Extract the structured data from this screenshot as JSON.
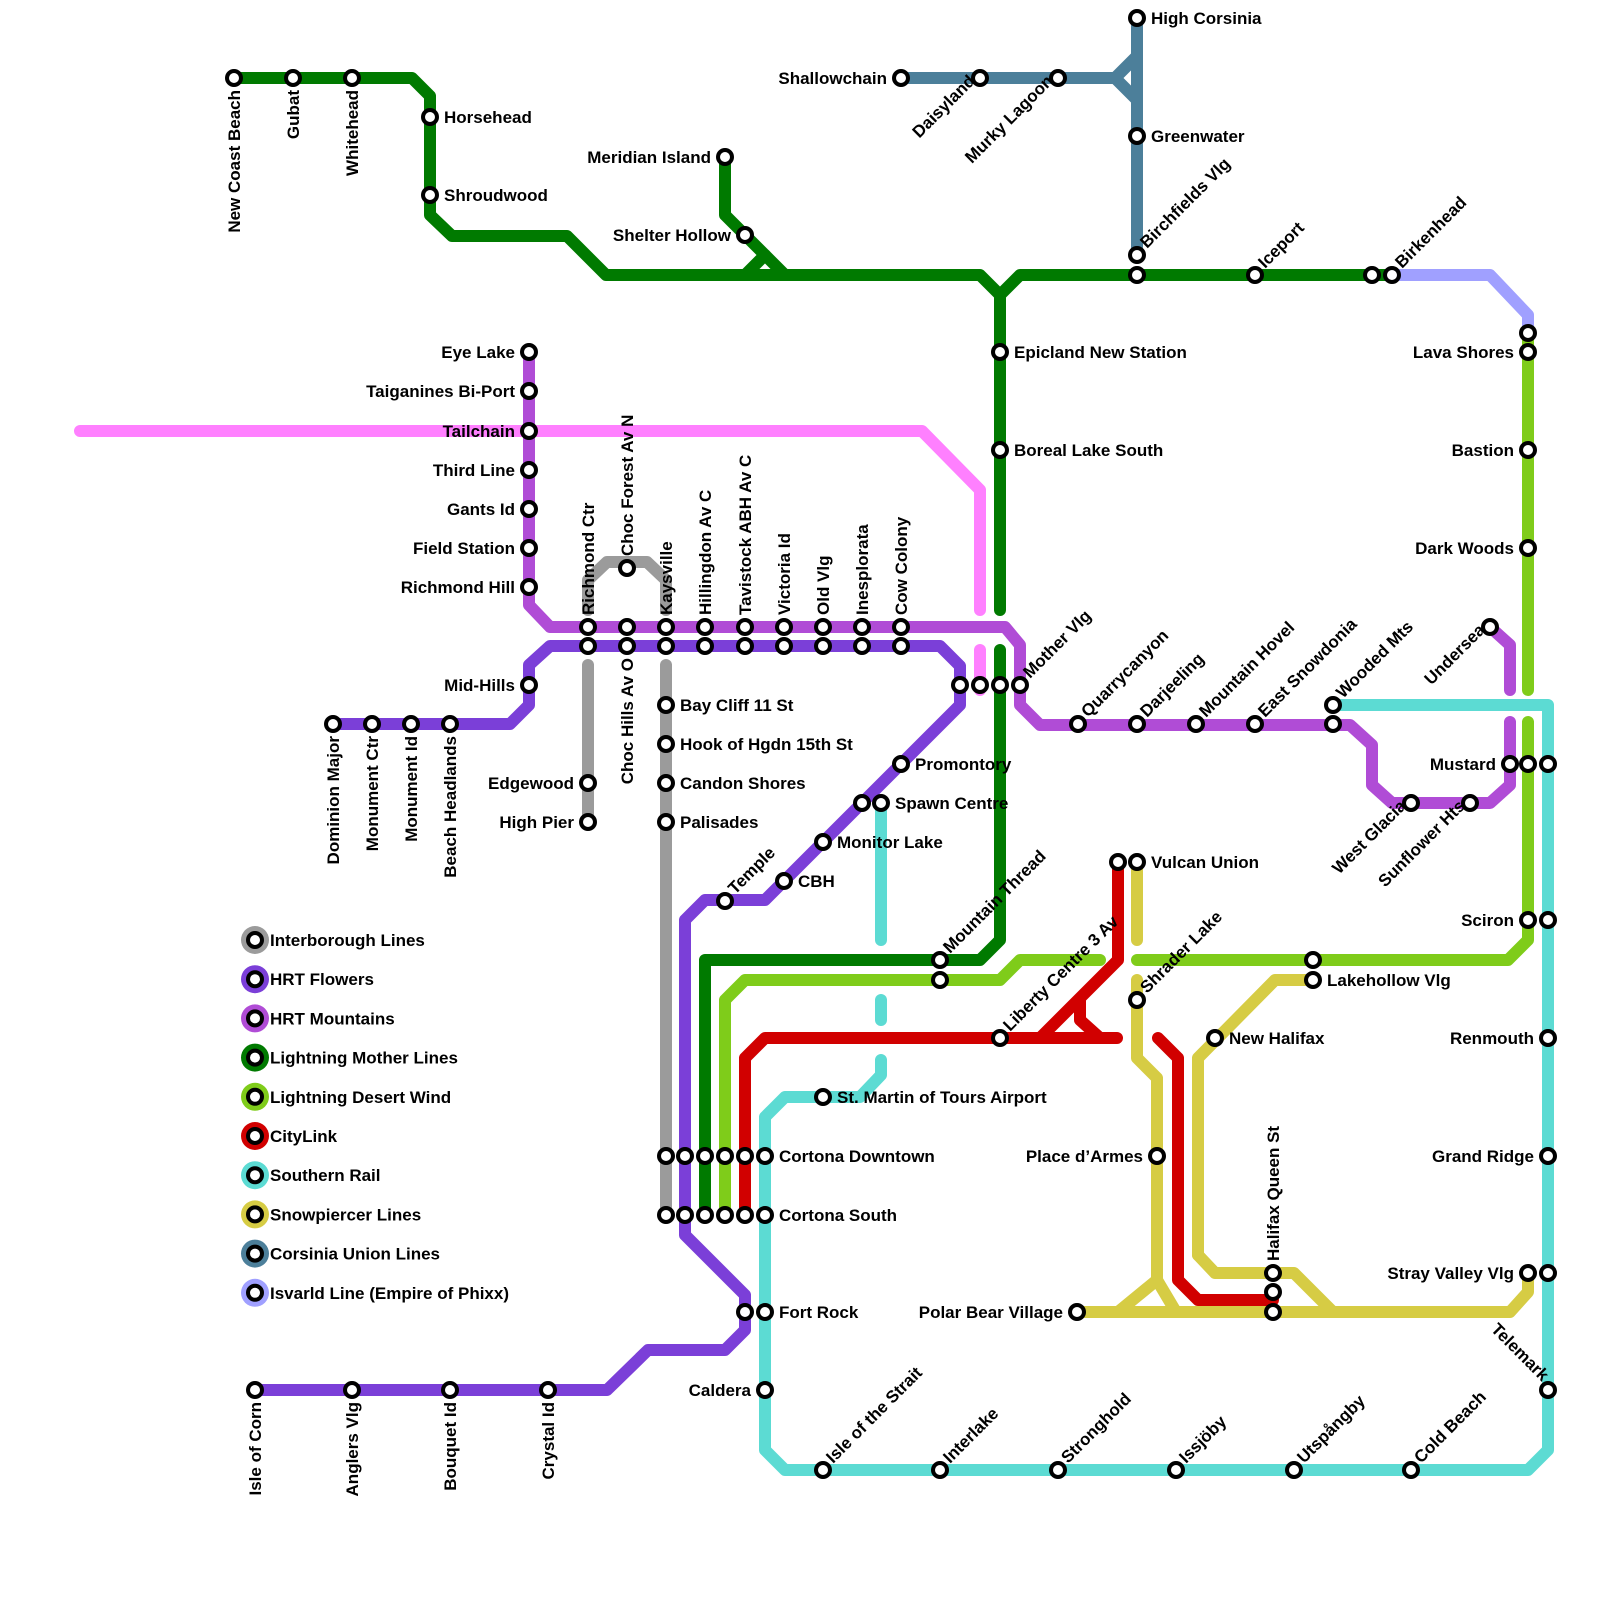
{
  "legend": [
    {
      "name": "Interborough Lines",
      "color": "#9b9b9b"
    },
    {
      "name": "HRT Flowers",
      "color": "#7b3fd8"
    },
    {
      "name": "HRT Mountains",
      "color": "#b04cd6"
    },
    {
      "name": "Lightning Mother Lines",
      "color": "#007a00"
    },
    {
      "name": "Lightning Desert Wind",
      "color": "#7fcc1a"
    },
    {
      "name": "CityLink",
      "color": "#d10000"
    },
    {
      "name": "Southern Rail",
      "color": "#5cdbd3"
    },
    {
      "name": "Snowpiercer Lines",
      "color": "#d6cc44"
    },
    {
      "name": "Corsinia Union Lines",
      "color": "#4c7f9a"
    },
    {
      "name": "Isvarld Line (Empire of Phixx)",
      "color": "#a0a0ff"
    }
  ],
  "unlabeled_line_color": "#ff80ff",
  "stations": [
    "New Coast Beach",
    "Gubat",
    "Whitehead",
    "Horsehead",
    "Shroudwood",
    "Meridian Island",
    "Shelter Hollow",
    "Shallowchain",
    "Daisyland",
    "Murky Lagoon",
    "High Corsinia",
    "Greenwater",
    "Birchfields Vlg",
    "Iceport",
    "Birkenhead",
    "Epicland New Station",
    "Boreal Lake South",
    "Lava Shores",
    "Bastion",
    "Dark Woods",
    "Eye Lake",
    "Taiganines Bi-Port",
    "Tailchain",
    "Third Line",
    "Gants Id",
    "Field Station",
    "Richmond Hill",
    "Mid-Hills",
    "Dominion Major",
    "Monument Ctr",
    "Monument Id",
    "Beach Headlands",
    "Richmond Ctr",
    "Choc Forest Av N",
    "Kaysville",
    "Hillingdon Av C",
    "Tavistock ABH Av C",
    "Victoria Id",
    "Old Vlg",
    "Inesplorata",
    "Cow Colony",
    "Choc Hills Av O",
    "Edgewood",
    "High Pier",
    "Bay Cliff 11 St",
    "Hook of Hgdn 15th St",
    "Candon Shores",
    "Palisades",
    "Mother Vlg",
    "Promontory",
    "Spawn Centre",
    "Monitor Lake",
    "CBH",
    "Temple",
    "Quarrycanyon",
    "Darjeeling",
    "Mountain Hovel",
    "East Snowdonia",
    "Wooded Mts",
    "Undersea",
    "Mustard",
    "West Glacia",
    "Sunflower Hts",
    "Sciron",
    "Renmouth",
    "Grand Ridge",
    "Stray Valley Vlg",
    "Telemark",
    "Cold Beach",
    "Utspångby",
    "Issjöby",
    "Stronghold",
    "Interlake",
    "Isle of the Strait",
    "Caldera",
    "Fort Rock",
    "Cortona Downtown",
    "Cortona South",
    "St. Martin of Tours Airport",
    "Mountain Thread",
    "Liberty Centre 3 Av",
    "Vulcan Union",
    "Shrader Lake",
    "Lakehollow Vlg",
    "New Halifax",
    "Place d’Armes",
    "Halifax Queen St",
    "Polar Bear Village",
    "Isle of Corn",
    "Anglers Vlg",
    "Bouquet Id",
    "Crystal Id"
  ]
}
